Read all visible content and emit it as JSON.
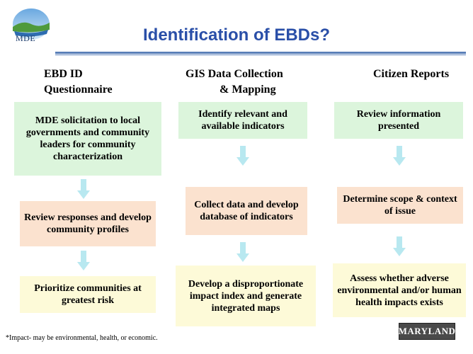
{
  "header": {
    "logo_text": "MDE",
    "title": "Identification of EBDs?"
  },
  "columns": [
    {
      "heading_lines": [
        "EBD ID",
        "Questionnaire"
      ],
      "steps": [
        "MDE solicitation to local governments and community leaders for community characterization",
        "Review responses and develop community profiles",
        "Prioritize communities at greatest risk"
      ]
    },
    {
      "heading_lines": [
        "GIS Data Collection",
        "& Mapping"
      ],
      "steps": [
        "Identify relevant and available indicators",
        "Collect data and develop database of indicators",
        "Develop a disproportionate impact index and generate integrated maps"
      ]
    },
    {
      "heading_lines": [
        "Citizen Reports"
      ],
      "steps": [
        "Review information presented",
        "Determine scope & context of issue",
        "Assess whether adverse environmental and/or human health impacts exists"
      ]
    }
  ],
  "footer": {
    "footnote": "*Impact- may be environmental, health, or economic.",
    "badge": "MARYLAND"
  },
  "colors": {
    "title": "#2a4fa8",
    "step_green": "#dcf5dc",
    "step_orange": "#fbe2cf",
    "step_yellow": "#fdfad8",
    "arrow": "#b8e8f0"
  }
}
